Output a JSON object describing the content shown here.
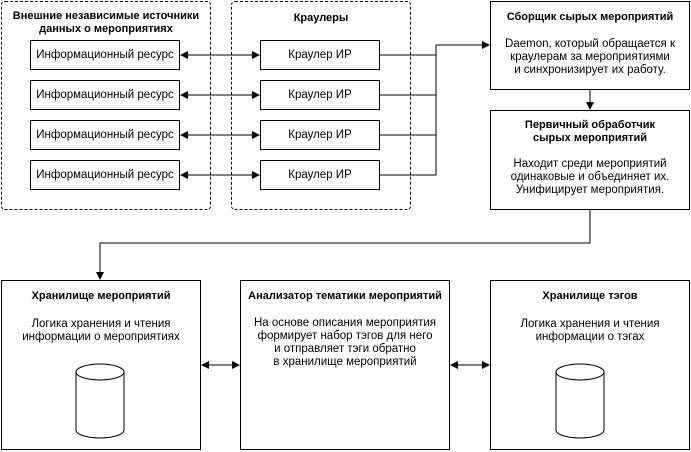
{
  "external_sources": {
    "title": "Внешние независимые источники\nданных о мероприятиях",
    "resources": [
      "Информационный ресурс",
      "Информационный ресурс",
      "Информационный ресурс",
      "Информационный ресурс"
    ]
  },
  "crawlers": {
    "title": "Краулеры",
    "items": [
      "Краулер ИР",
      "Краулер ИР",
      "Краулер ИР",
      "Краулер ИР"
    ]
  },
  "collector": {
    "title": "Сборщик сырых мероприятий",
    "description": "Daemon, который обращается к\nкраулерам за мероприятиями\nи синхронизирует их работу."
  },
  "primary_processor": {
    "title": "Первичный обработчик\nсырых мероприятий",
    "description": "Находит среди мероприятий\nодинаковые и объединяет их.\nУнифицирует мероприятия."
  },
  "event_storage": {
    "title": "Хранилище мероприятий",
    "description": "Логика хранения и чтения\nинформации о мероприятиях"
  },
  "topic_analyzer": {
    "title": "Анализатор тематики мероприятий",
    "description": "На основе описания мероприятия\nформирует набор тэгов для него\nи отправляет тэги обратно\nв хранилище мероприятий"
  },
  "tag_storage": {
    "title": "Хранилище тэгов",
    "description": "Логика хранения и чтения\nинформации о тэгах"
  }
}
